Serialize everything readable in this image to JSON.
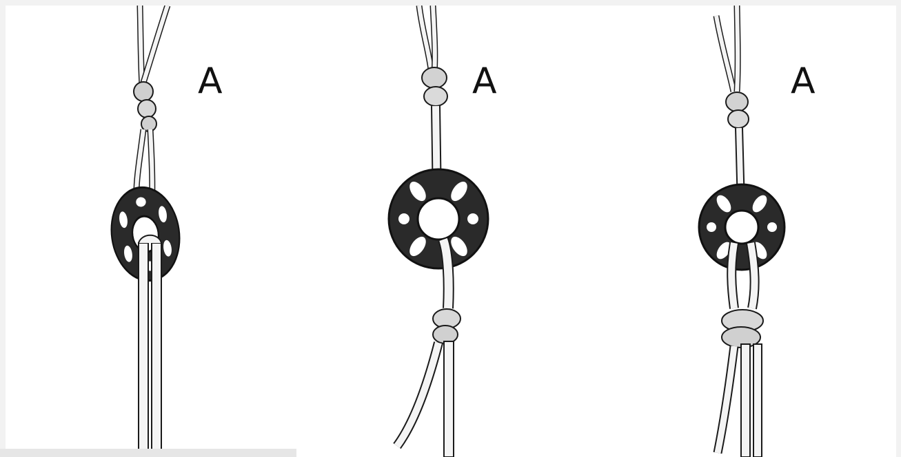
{
  "figure": {
    "panels": [
      {
        "id": "panel-1",
        "label": "A"
      },
      {
        "id": "panel-2",
        "label": "A"
      },
      {
        "id": "panel-3",
        "label": "A"
      }
    ],
    "colors": {
      "background": "#ffffff",
      "ink": "#1a1a1a",
      "rope_fill": "#f4f4f4",
      "ring_fill": "#2a2a2a"
    },
    "icons": [
      "rigging-ring-icon",
      "rope-icon",
      "knot-icon"
    ]
  }
}
